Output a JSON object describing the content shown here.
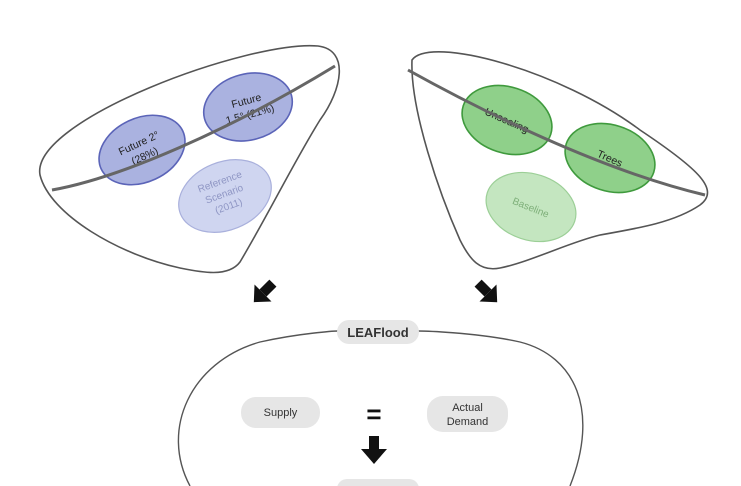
{
  "left_funnel": {
    "bubbles": [
      {
        "id": "future2",
        "lines": [
          "Future 2°",
          "(28%)"
        ]
      },
      {
        "id": "future15",
        "lines": [
          "Future",
          "1.5° (21%)"
        ]
      },
      {
        "id": "reference",
        "lines": [
          "Reference",
          "Scenario",
          "(2011)"
        ]
      }
    ]
  },
  "right_funnel": {
    "bubbles": [
      {
        "id": "unsealing",
        "lines": [
          "Unsealing"
        ]
      },
      {
        "id": "trees",
        "lines": [
          "Trees"
        ]
      },
      {
        "id": "baseline",
        "lines": [
          "Baseline"
        ]
      }
    ]
  },
  "model": {
    "title": "LEAFlood",
    "supply_label": "Supply",
    "equals_symbol": "=",
    "demand_lines": [
      "Actual",
      "Demand"
    ]
  },
  "colors": {
    "blue_fill": "#aab2e0",
    "blue_stroke": "#5b64b8",
    "blue_light_fill": "#cfd5f0",
    "green_fill": "#8fd08a",
    "green_stroke": "#3f9a3d",
    "green_light_fill": "#c4e6c0",
    "outline": "#555555",
    "pill": "#e6e6e6",
    "arrow": "#111111"
  }
}
